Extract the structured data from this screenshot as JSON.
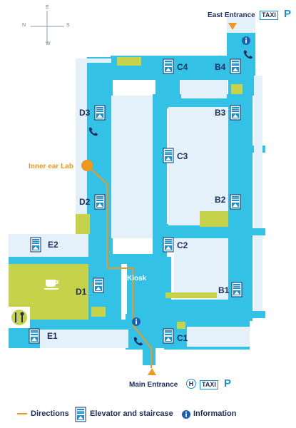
{
  "compass": {
    "n": "N",
    "e": "E",
    "s": "S",
    "w": "W"
  },
  "entrances": {
    "east": {
      "label": "East Entrance",
      "taxi": "TAXI",
      "parking": "P"
    },
    "main": {
      "label": "Main Entrance",
      "hospital": "H",
      "taxi": "TAXI",
      "parking": "P"
    }
  },
  "destination": {
    "label": "Inner ear Lab"
  },
  "kiosk": {
    "label": "Kiosk"
  },
  "stairs": [
    {
      "code": "C4"
    },
    {
      "code": "B4"
    },
    {
      "code": "D3"
    },
    {
      "code": "B3"
    },
    {
      "code": "C3"
    },
    {
      "code": "D2"
    },
    {
      "code": "B2"
    },
    {
      "code": "E2"
    },
    {
      "code": "C2"
    },
    {
      "code": "D1"
    },
    {
      "code": "B1"
    },
    {
      "code": "E1"
    },
    {
      "code": "C1"
    }
  ],
  "legend": {
    "directions": "Directions",
    "elevator": "Elevator and staircase",
    "information": "Information"
  },
  "colors": {
    "corridor": "#33c1e6",
    "room": "#e4f1fa",
    "highlight": "#c6d34a",
    "route": "#f0981e",
    "text": "#1b2d5c",
    "accent": "#1b8fd1"
  }
}
